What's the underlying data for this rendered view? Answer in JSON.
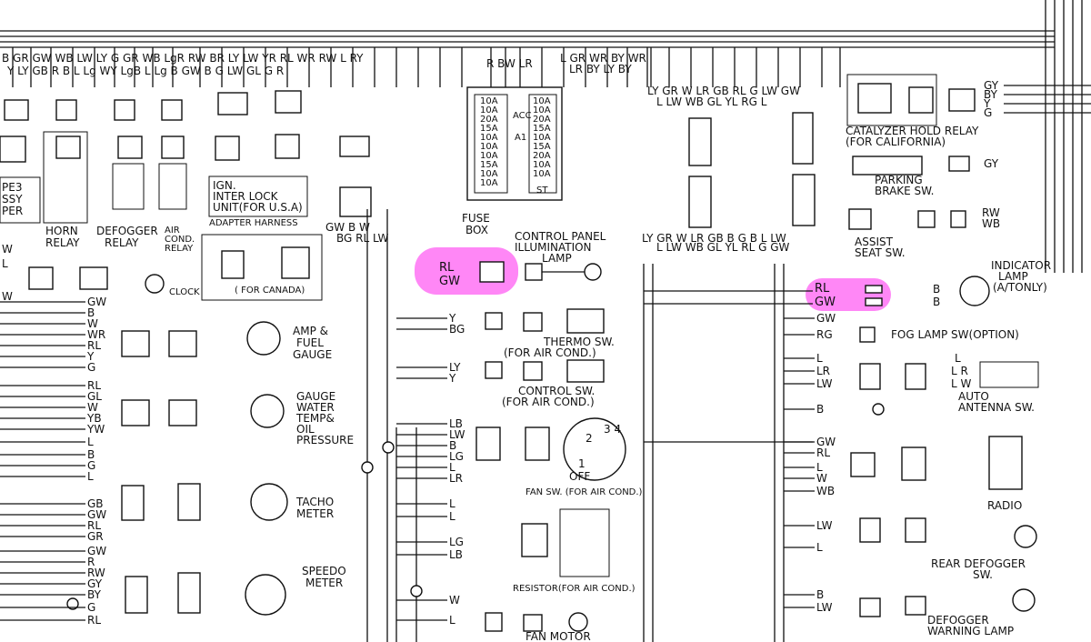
{
  "top_wire_codes": {
    "left": "B  GR  GW    WB  LW  LY  G      GR  WB  LgR  RW  BR  LY  LW  YR  RL     WR  RW  L  RY",
    "left_second": "Y  LY       GB      R  B  L          Lg  WY  LgB  L  Lg  B   GW  B    G  LW  GL  G  R",
    "fuse_top": "R  BW  LR",
    "right": "L  GR  WR  BY  WR",
    "right_second": "LR  BY  LY  BY"
  },
  "components": {
    "pe3_assy": "PE3\nSSY\nPER",
    "horn_relay": "HORN\nRELAY",
    "defogger_relay": "DEFOGGER\nRELAY",
    "air_cond_relay": "AIR\nCOND.\nRELAY",
    "ign_interlock": "IGN.\nINTER LOCK\nUNIT(FOR U.S.A)",
    "adapter_harness": "ADAPTER HARNESS",
    "fuse_box": "FUSE\nBOX",
    "for_canada": "( FOR CANADA)",
    "clock": "CLOCK",
    "control_panel_lamp": "CONTROL PANEL\nILLUMINATION\nLAMP",
    "amp_fuel_gauge": "AMP &\nFUEL\nGAUGE",
    "gauge_water_temp": "GAUGE\nWATER\nTEMP&\nOIL\nPRESSURE",
    "tacho_meter": "TACHO\nMETER",
    "speedo_meter": "SPEEDO\nMETER",
    "thermo_sw": "THERMO SW.\n(FOR AIR COND.)",
    "control_sw": "CONTROL SW.\n(FOR AIR COND.)",
    "fan_sw": "FAN SW. (FOR AIR COND.)",
    "fan_sw_off": "OFF",
    "resistor": "RESISTOR(FOR AIR COND.)",
    "fan_motor": "FAN MOTOR",
    "catalyzer_hold_relay": "CATALYZER HOLD RELAY\n(FOR CALIFORNIA)",
    "parking_brake_sw": "PARKING\nBRAKE SW.",
    "assist_seat_sw": "ASSIST\nSEAT SW.",
    "indicator_lamp": "INDICATOR\nLAMP\n(A/TONLY)",
    "fog_lamp_sw": "FOG LAMP SW(OPTION)",
    "auto_antenna_sw": "AUTO\nANTENNA SW.",
    "radio": "RADIO",
    "rear_defogger_sw": "REAR DEFOGGER\nSW.",
    "defogger_warning_lamp": "DEFOGGER\nWARNING LAMP"
  },
  "highlights": {
    "left": {
      "line1": "RL",
      "line2": "GW",
      "color": "#ff3df0"
    },
    "right": {
      "line1": "RL",
      "line2": "GW",
      "color": "#ff3df0"
    }
  },
  "wire_labels": {
    "left_col": [
      "GW",
      "B",
      "W",
      "WR",
      "RL",
      "Y",
      "G",
      "RL",
      "GL",
      "W",
      "YB",
      "YW",
      "L",
      "B",
      "G",
      "L",
      "GB",
      "GW",
      "RL",
      "GR",
      "GW",
      "R",
      "RW",
      "GY",
      "BY",
      "G",
      "RL"
    ],
    "mid_col": [
      "Y",
      "BG",
      "LY",
      "Y",
      "LB",
      "LW",
      "B",
      "LG",
      "L",
      "LR",
      "L",
      "L",
      "LG",
      "LB",
      "W",
      "L"
    ],
    "right_col": [
      "GW",
      "RG",
      "L",
      "LR",
      "LW",
      "B",
      "GW",
      "RL",
      "L",
      "W",
      "WB",
      "LW",
      "L",
      "B",
      "LW"
    ],
    "fuse_left": "GW  B  W\nBG  RL  LW",
    "right_mid_top": "LY  GR  W   LR  GB   RL  G   LW  GW",
    "right_mid_top2": "L   LW  WB  GL  YL   RG  L",
    "right_mid_bottom": "LY  GR  W   LR  GB  B  G  B  L  LW",
    "right_mid_bottom2": "L   LW  WB  GL  YL  RL  G        GW",
    "catalyzer_wires": [
      "GY",
      "BY",
      "Y",
      "G"
    ],
    "parking_wire": "GY",
    "assist_wires": [
      "RW",
      "WB"
    ],
    "indicator_wires": [
      "B",
      "B"
    ],
    "auto_antenna_wires": [
      "L",
      "LR",
      "LW"
    ],
    "fuse_codes_left": [
      "10A",
      "10A",
      "20A",
      "15A",
      "10A",
      "10A",
      "10A",
      "15A",
      "10A",
      "10A"
    ],
    "fuse_codes_right": [
      "10A",
      "10A",
      "20A",
      "15A",
      "10A",
      "15A",
      "20A",
      "10A",
      "10A"
    ],
    "fuse_side": [
      "ACC",
      "A1",
      "ST"
    ]
  }
}
